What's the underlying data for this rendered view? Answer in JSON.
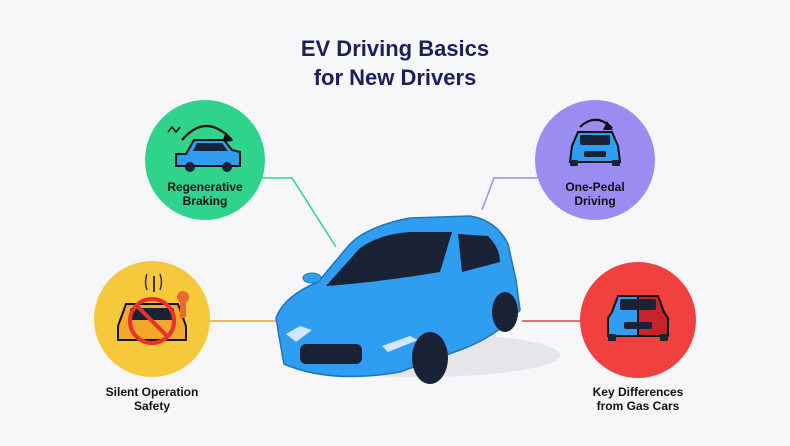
{
  "title": {
    "line1": "EV Driving Basics",
    "line2": "for New Drivers"
  },
  "topics": [
    {
      "line1": "Regenerative",
      "line2": "Braking",
      "color": "#2fd38b",
      "icon": "regenerative-braking-icon"
    },
    {
      "line1": "One-Pedal",
      "line2": "Driving",
      "color": "#9b8cf2",
      "icon": "one-pedal-car-icon"
    },
    {
      "line1": "Silent Operation",
      "line2": "Safety",
      "color": "#f6c93d",
      "icon": "silent-car-warning-icon"
    },
    {
      "line1": "Key Differences",
      "line2": "from Gas Cars",
      "color": "#f0413f",
      "icon": "ev-vs-gas-car-icon"
    }
  ],
  "colors": {
    "title": "#1c1f5e",
    "car_body": "#2f9df0",
    "car_window": "#1a2236",
    "connector_green": "#2fd38b",
    "connector_purple": "#9b8cf2",
    "connector_orange": "#f7a41c",
    "connector_red": "#f0413f"
  }
}
